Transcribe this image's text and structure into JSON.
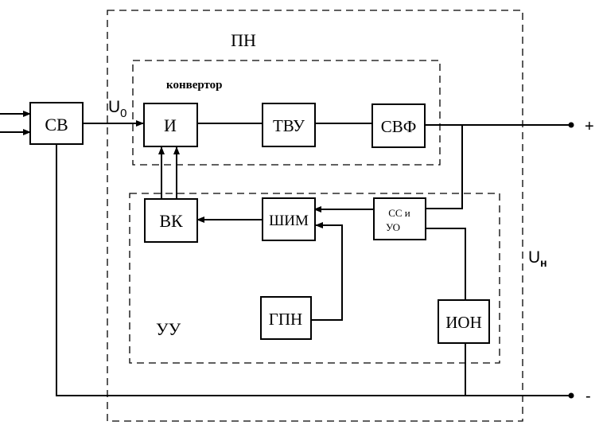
{
  "labels": {
    "pn": "ПН",
    "konvertor": "конвертор",
    "uu": "УУ",
    "u0_main": "U",
    "u0_sub": "0",
    "un_main": "U",
    "un_sub": "н",
    "plus": "+",
    "minus": "-"
  },
  "blocks": {
    "sv": "СВ",
    "i": "И",
    "tvu": "ТВУ",
    "svf": "СВФ",
    "vk": "ВК",
    "shim": "ШИМ",
    "ss_line1": "СС и",
    "ss_line2": "УО",
    "gpn": "ГПН",
    "ion": "ИОН"
  }
}
